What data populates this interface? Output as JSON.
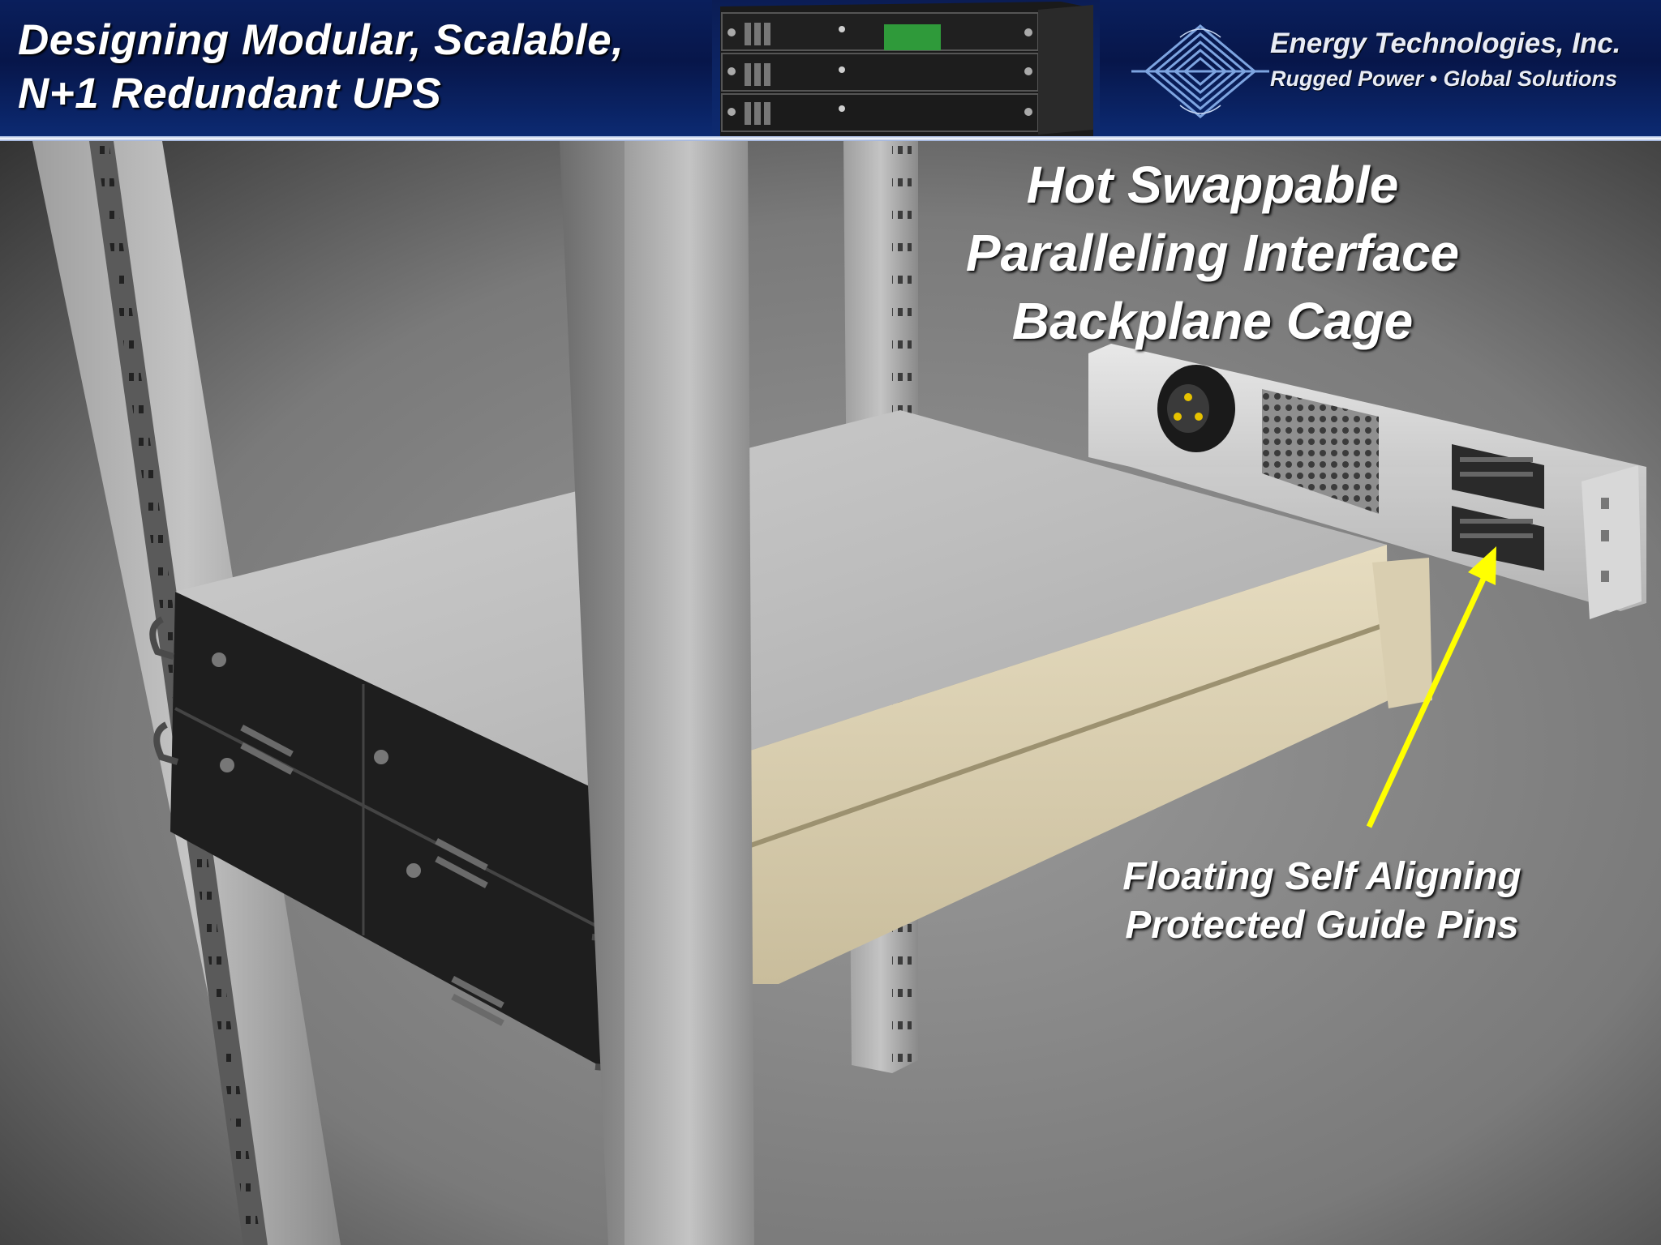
{
  "header": {
    "title_line1": "Designing Modular, Scalable,",
    "title_line2": "N+1 Redundant UPS",
    "company_name": "Energy Technologies, Inc.",
    "company_tagline": "Rugged Power • Global Solutions",
    "background_color": "#0a1f5c"
  },
  "callouts": {
    "cage": {
      "line1": "Hot Swappable",
      "line2": "Paralleling Interface",
      "line3": "Backplane Cage"
    },
    "pins": {
      "line1": "Floating Self Aligning",
      "line2": "Protected Guide Pins"
    },
    "arrow_color": "#ffff00"
  },
  "icons": [
    "company-logo-icon"
  ]
}
